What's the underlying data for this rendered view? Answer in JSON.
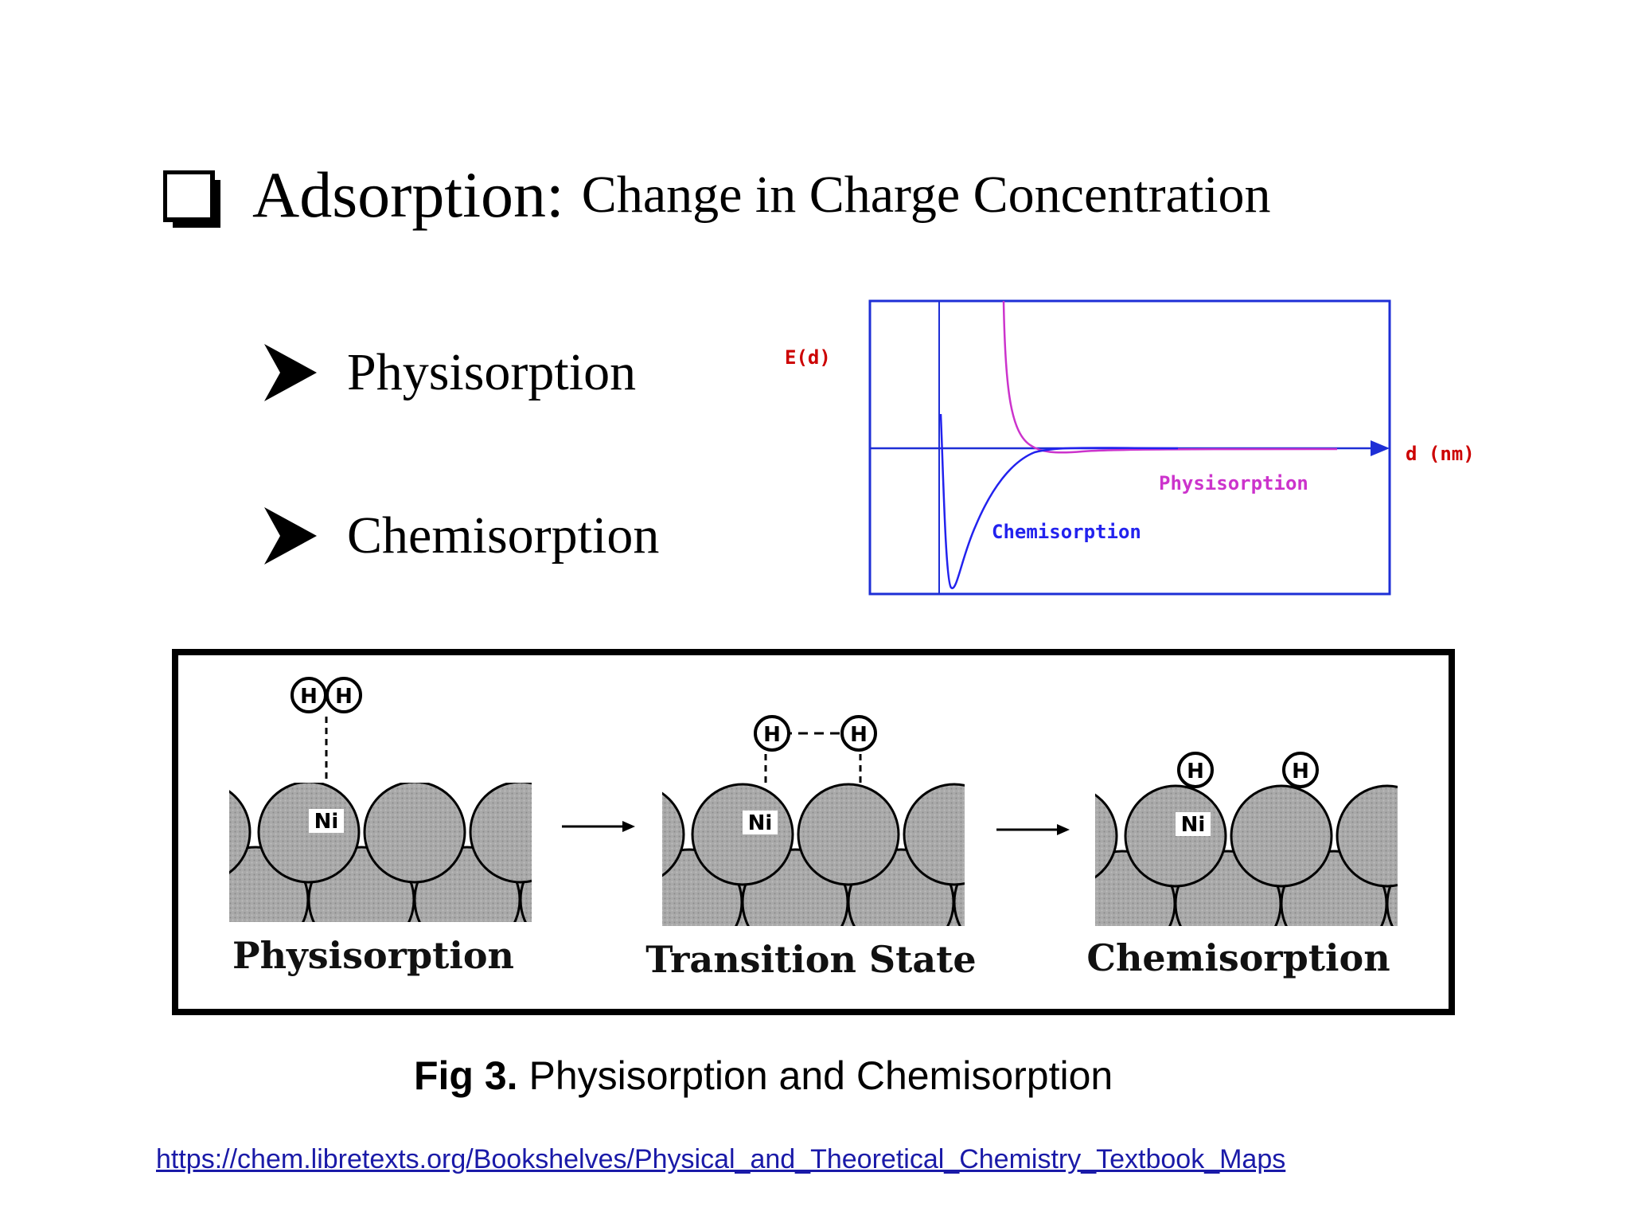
{
  "slide": {
    "title_main": "Adsorption:",
    "title_sub": "Change in Charge Concentration",
    "bullets": [
      {
        "label": "Physisorption"
      },
      {
        "label": "Chemisorption"
      }
    ]
  },
  "energy_plot": {
    "y_label": "E(d)",
    "x_label": "d (nm)",
    "series": [
      {
        "name": "Physisorption",
        "color": "#cc33cc"
      },
      {
        "name": "Chemisorption",
        "color": "#2222ee"
      }
    ],
    "axis_color": "#1e2fd6",
    "label_color_y": "#cc0000"
  },
  "figure": {
    "panels": [
      {
        "label": "Physisorption",
        "atom_a": "H",
        "atom_b": "H",
        "metal": "Ni"
      },
      {
        "label": "Transition State",
        "atom_a": "H",
        "atom_b": "H",
        "metal": "Ni"
      },
      {
        "label": "Chemisorption",
        "atom_a": "H",
        "atom_b": "H",
        "metal": "Ni"
      }
    ],
    "caption_bold": "Fig 3.",
    "caption_text": "Physisorption and Chemisorption"
  },
  "source": {
    "url": "https://chem.libretexts.org/Bookshelves/Physical_and_Theoretical_Chemistry_Textbook_Maps"
  }
}
